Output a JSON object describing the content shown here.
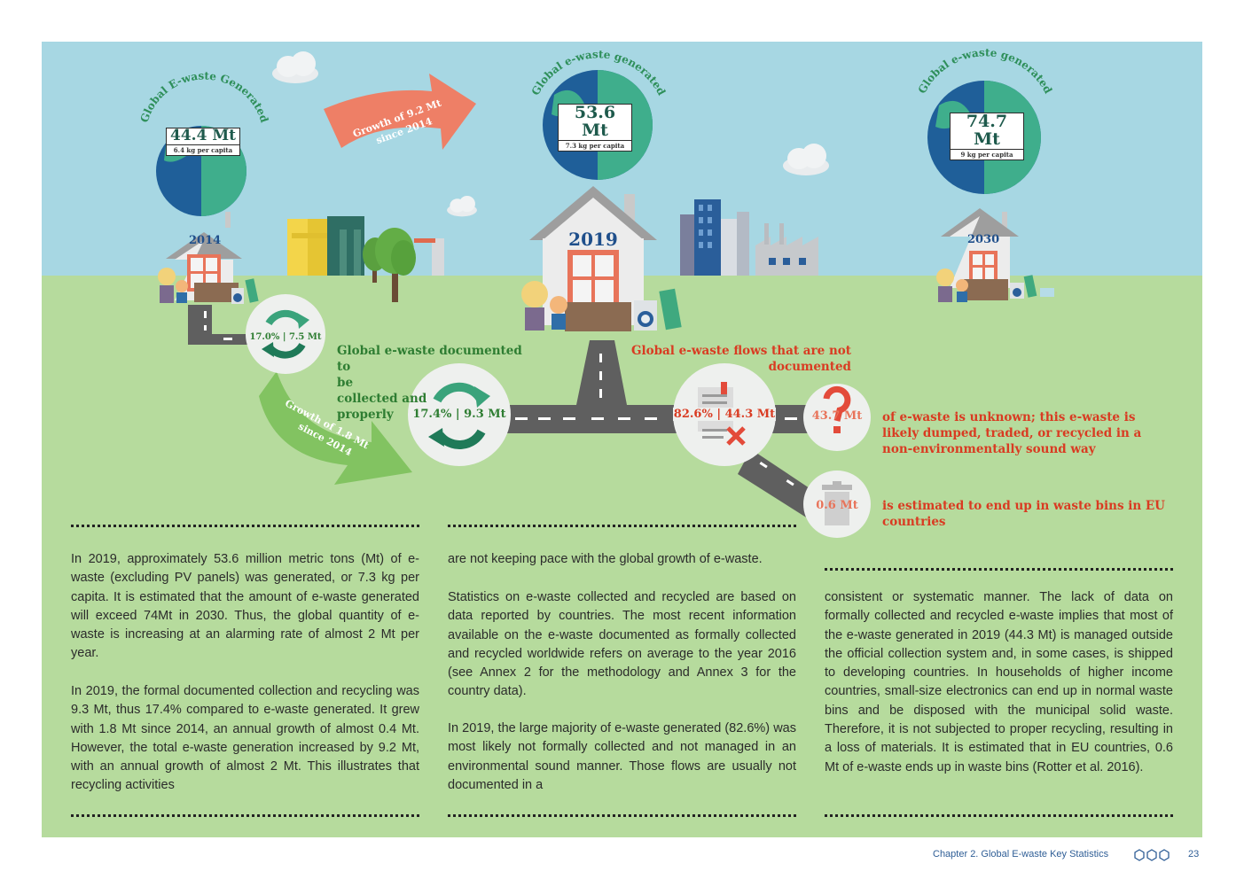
{
  "y2014": {
    "year": "2014",
    "arc_title": "Global E-waste Generated",
    "generated": "44.4 Mt",
    "per_capita": "6.4 kg per capita",
    "documented": "17.0% | 7.5 Mt"
  },
  "y2019": {
    "year": "2019",
    "arc_title": "Global e-waste generated",
    "generated": "53.6 Mt",
    "per_capita": "7.3 kg per capita",
    "documented": "17.4% | 9.3 Mt",
    "not_documented": "82.6% | 44.3 Mt",
    "unknown": "43.7 Mt",
    "waste_bins": "0.6 Mt"
  },
  "y2030": {
    "year": "2030",
    "arc_title": "Global e-waste generated",
    "generated": "74.7 Mt",
    "per_capita": "9 kg per capita"
  },
  "growth_top": {
    "line1": "Growth of 9.2 Mt",
    "line2": "since 2014"
  },
  "growth_bottom": {
    "line1": "Growth of 1.8 Mt",
    "line2": "since 2014"
  },
  "labels": {
    "documented": [
      "Global e-waste documented to",
      "be",
      "collected and",
      "properly"
    ],
    "not_documented": [
      "Global e-waste flows that are not",
      "documented"
    ],
    "unknown_desc": [
      "of e-waste is unknown; this e-waste is",
      "likely dumped, traded, or recycled in a",
      "non-environmentally sound way"
    ],
    "bins_desc": [
      "is estimated to end up in waste bins in EU",
      "countries"
    ]
  },
  "text": {
    "col1_p1": "In 2019, approximately 53.6 million metric tons (Mt) of e-waste (excluding PV panels) was generated, or 7.3 kg per capita. It is estimated that the amount of e-waste generated will exceed 74Mt in 2030. Thus, the global quantity of e-waste is increasing at an alarming rate of almost 2 Mt per year.",
    "col1_p2": "In 2019, the formal documented collection and recycling was 9.3 Mt, thus 17.4% compared to e-waste generated. It grew with 1.8 Mt since 2014, an annual growth of almost 0.4 Mt. However, the total e-waste generation increased by 9.2 Mt, with an annual growth of almost 2 Mt. This illustrates that recycling activities",
    "col2_p1": "are not keeping pace with the global growth of e-waste.",
    "col2_p2": "Statistics on e-waste collected and recycled are based on data reported by countries. The most recent information available on the e-waste documented as formally collected and recycled worldwide refers on average to the year 2016 (see Annex 2 for the methodology and Annex 3 for the country data).",
    "col2_p3": "In 2019, the large majority of e-waste generated (82.6%) was most likely not formally collected and not managed in an environmental sound manner. Those flows are usually not documented in a",
    "col3_p1": "consistent or systematic manner. The lack of data on formally collected and recycled e-waste implies that most of the e-waste generated in 2019 (44.3 Mt) is managed outside the official collection system and, in some cases, is shipped to developing countries. In households of higher income countries, small-size electronics can end up in normal waste bins and be disposed with the municipal solid waste. Therefore, it is not subjected to proper recycling, resulting in a loss of materials. It is estimated that in EU countries, 0.6 Mt of e-waste ends up in waste bins (Rotter et al. 2016)."
  },
  "footer": {
    "chapter": "Chapter 2. Global E-waste Key Statistics",
    "page": "23"
  },
  "colors": {
    "sky": "#a7d7e3",
    "grass": "#b6db9d",
    "accent_green": "#2e7d32",
    "accent_red": "#d93b22",
    "globe_blue": "#1f5f99",
    "globe_teal": "#3fae8c"
  },
  "icons": [
    "globe-icon",
    "house-icon",
    "family-icon",
    "recycle-icon",
    "document-cross-icon",
    "question-mark-icon",
    "trash-bin-icon",
    "cloud-icon",
    "arrow-icon"
  ]
}
